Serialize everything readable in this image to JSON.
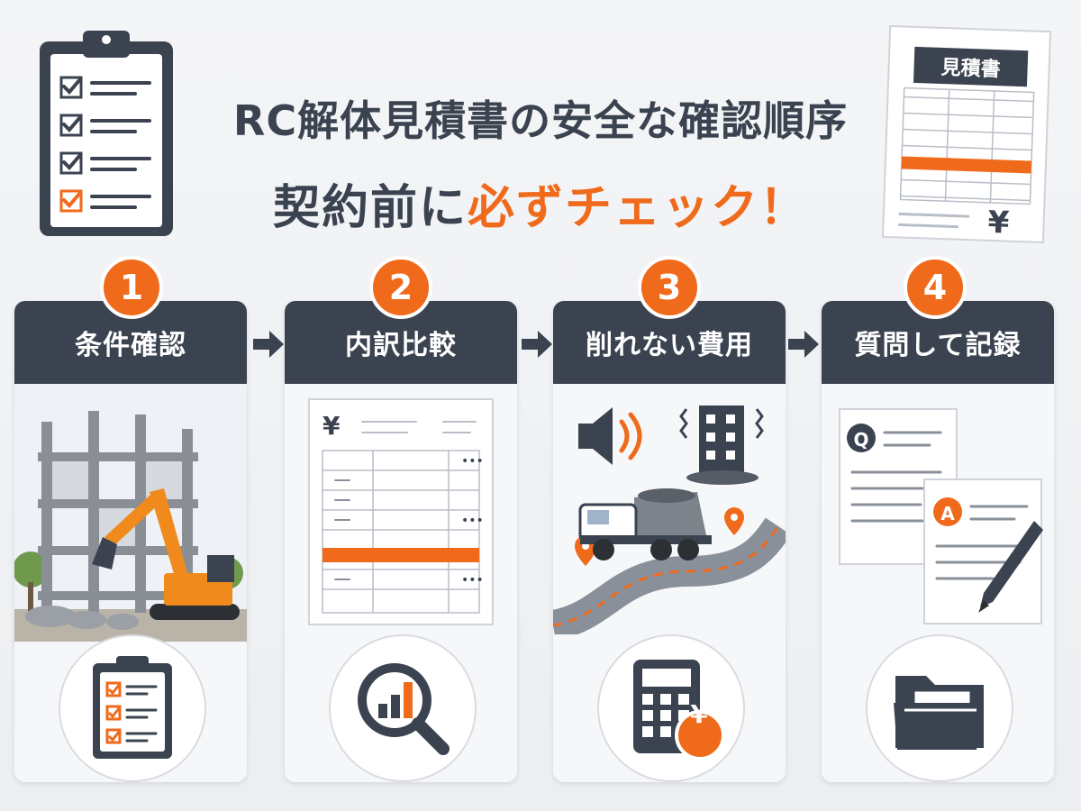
{
  "title": {
    "line1": "RC解体見積書の安全な確認順序",
    "line2_prefix": "契約前に",
    "line2_accent": "必ずチェック！"
  },
  "estimate_doc": {
    "label": "見積書",
    "currency": "¥"
  },
  "steps": [
    {
      "number": "1",
      "label": "条件確認"
    },
    {
      "number": "2",
      "label": "内訳比較"
    },
    {
      "number": "3",
      "label": "削れない費用"
    },
    {
      "number": "4",
      "label": "質問して記録"
    }
  ],
  "step2_sheet": {
    "currency": "¥",
    "dots": "•••"
  },
  "step3_calc": {
    "currency": "¥"
  },
  "step4_docs": {
    "q": "Q",
    "a": "A"
  },
  "colors": {
    "accent": "#f06a1c",
    "dark": "#3b4350",
    "panel": "#f6f7f9"
  }
}
